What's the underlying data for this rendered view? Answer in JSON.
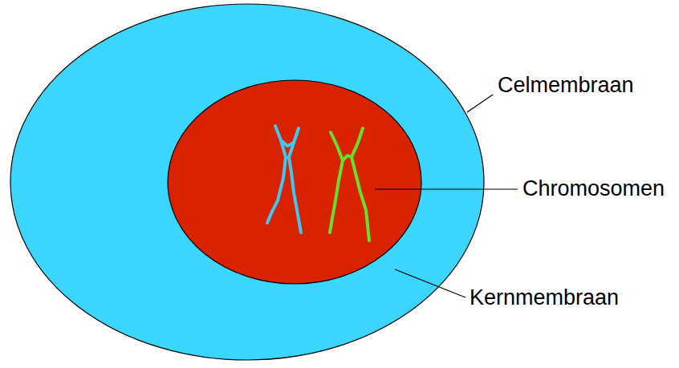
{
  "diagram": {
    "labels": [
      "Celmembraan",
      "Chromosomen",
      "Kernmembraan"
    ]
  }
}
